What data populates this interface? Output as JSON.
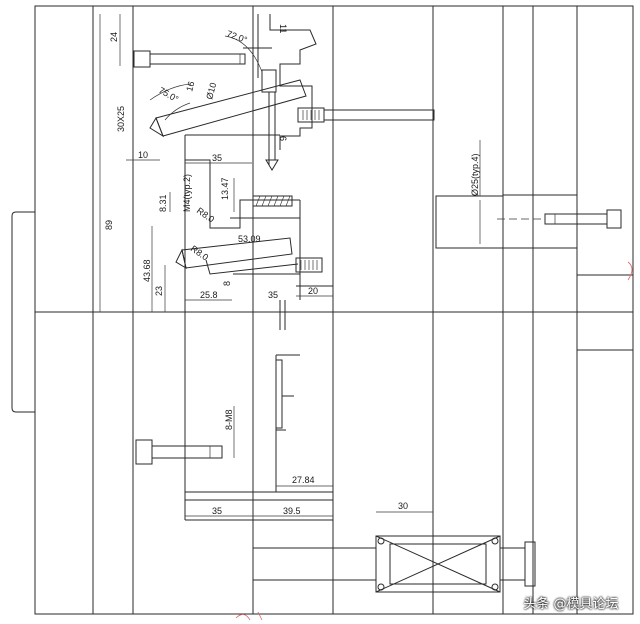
{
  "dimensions": {
    "d24": "24",
    "d72": "72.0°",
    "d11": "11",
    "d16": "16",
    "d10dia": "Ø10",
    "d75": "75.0°",
    "d30x25": "30X25",
    "d10": "10",
    "d6": "6",
    "d35_top": "35",
    "d89": "89",
    "d831": "8.31",
    "m4": "M4(typ.2)",
    "d1347": "13.47",
    "r80_1": "R8.0",
    "d5309": "53.09",
    "r80_2": "R8.0",
    "d4368": "43.68",
    "d23": "23",
    "d8_small": "8",
    "d258": "25.8",
    "d35_mid": "35",
    "d20": "20",
    "d25typ": "Ø25(typ.4)",
    "m8": "8-M8",
    "d2784": "27.84",
    "d35_bot": "35",
    "d395": "39.5",
    "d30": "30"
  },
  "watermark": {
    "text": "头条 @模具论坛"
  }
}
